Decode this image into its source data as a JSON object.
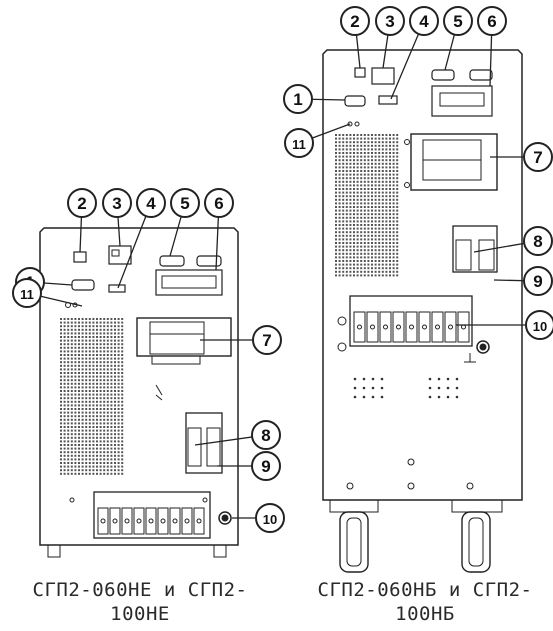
{
  "callouts_left": [
    "1",
    "2",
    "3",
    "4",
    "5",
    "6",
    "7",
    "8",
    "9",
    "10",
    "11"
  ],
  "callouts_right": [
    "1",
    "2",
    "3",
    "4",
    "5",
    "6",
    "7",
    "8",
    "9",
    "10",
    "11"
  ],
  "captions": {
    "left": "СГП2-060НЕ и СГП2-100НЕ",
    "right": "СГП2-060НБ и СГП2-100НБ"
  },
  "colors": {
    "stroke": "#222222",
    "callout_fill": "#ffffff",
    "vent": "#555555"
  }
}
